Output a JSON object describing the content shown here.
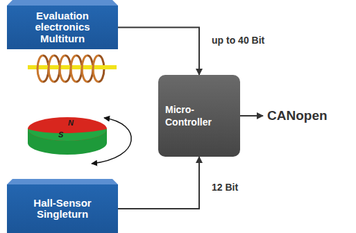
{
  "diagram": {
    "nodes": [
      {
        "text": [
          "Evaluation electronics Multiturn"
        ]
      },
      {
        "text": [
          "Micro- Controller"
        ]
      },
      {
        "text": [
          "Hall-Sensor Singleturn"
        ]
      }
    ],
    "edges": [
      {
        "from": 0,
        "to": 1,
        "arrow": "to",
        "label": "up to 40 Bit"
      },
      {
        "from": 2,
        "to": 1,
        "arrow": "to",
        "label": "12 Bit"
      }
    ],
    "labels": [
      "N",
      "S",
      "CANopen"
    ]
  }
}
